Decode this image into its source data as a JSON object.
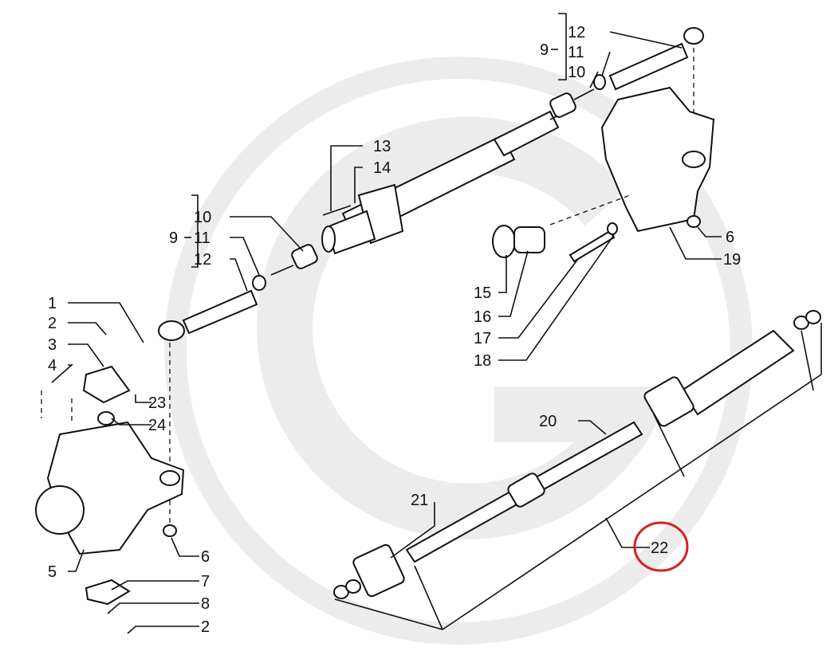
{
  "diagram": {
    "title": "Steering axle exploded parts diagram",
    "highlight_color": "#d62020",
    "highlighted_part": "22",
    "labels": {
      "l12a": "12",
      "l11a": "11",
      "l10a": "10",
      "l9a": "9",
      "l13": "13",
      "l14": "14",
      "l10b": "10",
      "l11b": "11",
      "l12b": "12",
      "l9b": "9",
      "l6a": "6",
      "l19": "19",
      "l15": "15",
      "l16": "16",
      "l17": "17",
      "l18": "18",
      "l1": "1",
      "l2a": "2",
      "l3": "3",
      "l4": "4",
      "l23": "23",
      "l24": "24",
      "l20": "20",
      "l21": "21",
      "l22": "22",
      "l6b": "6",
      "l5": "5",
      "l7": "7",
      "l8": "8",
      "l2b": "2"
    }
  }
}
